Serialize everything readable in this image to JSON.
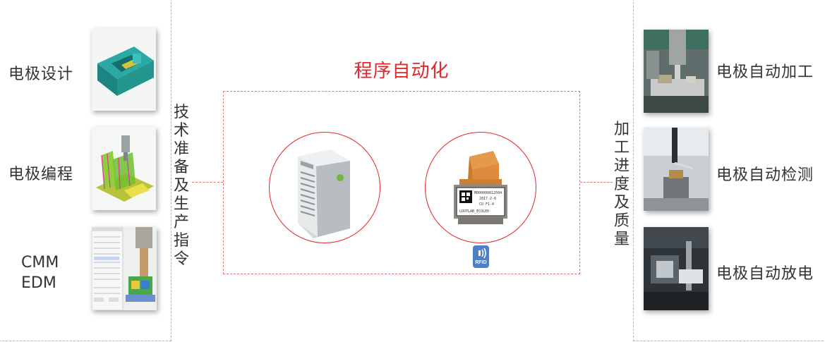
{
  "title": "程序自动化",
  "left_items": [
    {
      "label": "电极设计"
    },
    {
      "label": "电极编程"
    },
    {
      "label": "CMM\nEDM"
    }
  ],
  "left_vertical": "技术准备及生产指令",
  "right_vertical": "加工进度及质量",
  "right_items": [
    {
      "label": "电极自动加工"
    },
    {
      "label": "电极自动检测"
    },
    {
      "label": "电极自动放电"
    }
  ],
  "rfid": {
    "tag_line1": "M000000012504",
    "tag_line2": "2017-2-6",
    "tag_line3": "CU   F1-4",
    "tag_line4": "LOUTLAB_ECOLED",
    "badge": "RFID"
  },
  "colors": {
    "accent": "#e3262a",
    "dash": "#e57373",
    "rfid_blue": "#4f7fc4",
    "holder_orange": "#e08a3c"
  }
}
